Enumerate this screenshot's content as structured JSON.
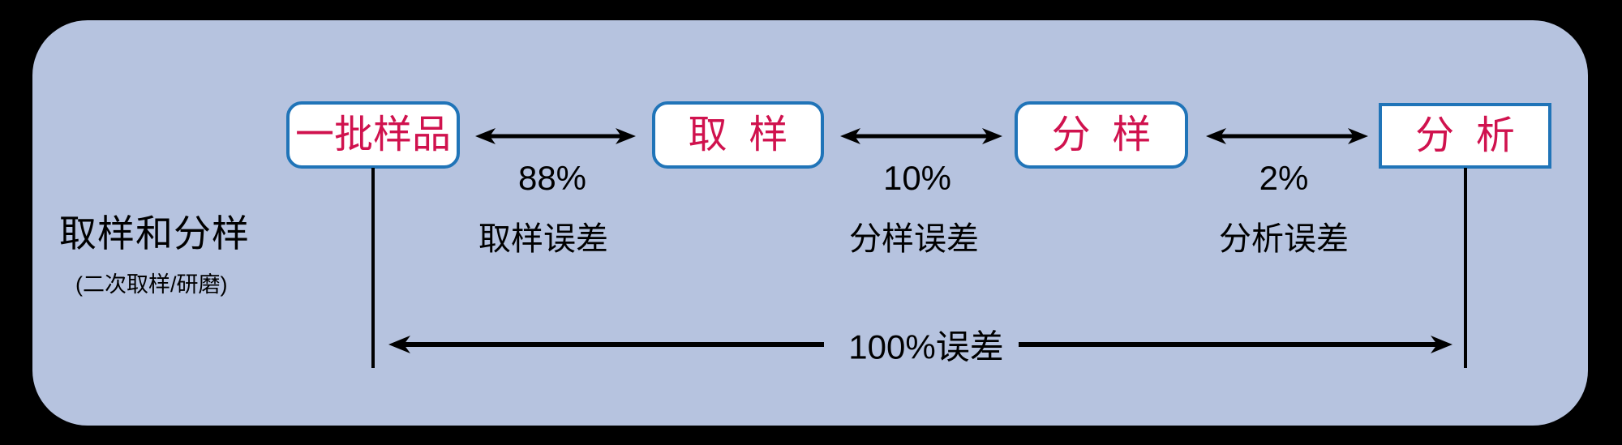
{
  "panel": {
    "title": "取样和分样",
    "subtitle": "(二次取样/研磨)"
  },
  "nodes": [
    {
      "label": "一批样品"
    },
    {
      "label": "取  样"
    },
    {
      "label": "分  样"
    },
    {
      "label": "分  析"
    }
  ],
  "edges": [
    {
      "percent": "88%",
      "label": "取样误差"
    },
    {
      "percent": "10%",
      "label": "分样误差"
    },
    {
      "percent": "2%",
      "label": "分析误差"
    }
  ],
  "total": {
    "label": "100%误差"
  },
  "colors": {
    "canvas_bg": "#000000",
    "panel_bg": "#b6c3df",
    "node_border": "#2074b8",
    "node_text": "#d0124e",
    "line": "#000000"
  }
}
